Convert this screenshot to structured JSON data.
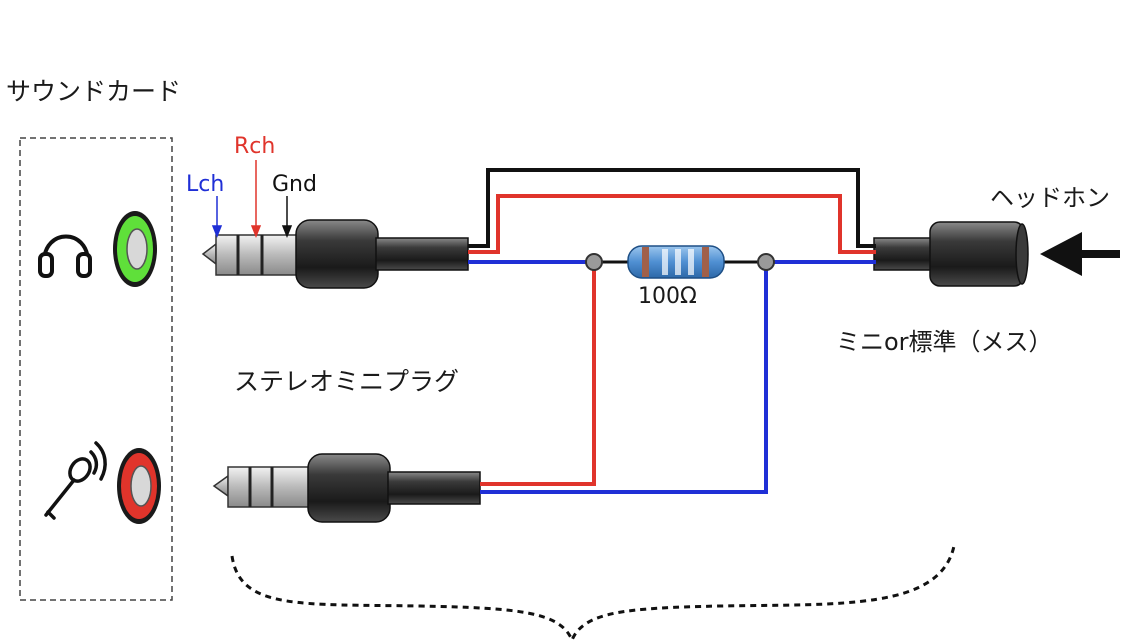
{
  "labels": {
    "sound_card": "サウンドカード",
    "rch": "Rch",
    "lch": "Lch",
    "gnd": "Gnd",
    "headphone": "ヘッドホン",
    "resistor": "100Ω",
    "female_jack": "ミニor標準（メス）",
    "stereo_mini_plug": "ステレオミニプラグ"
  },
  "colors": {
    "red_wire": "#e0342b",
    "blue_wire": "#1f2fd6",
    "black_wire": "#111111",
    "headphone_port": "#5fe03a",
    "mic_port": "#e0342b",
    "resistor_body": "#5b9ad9",
    "resistor_band": "#a0604a"
  },
  "icons": {
    "headphone_port": "headphone-icon",
    "mic_port": "microphone-icon",
    "arrow": "arrow-left-icon"
  }
}
